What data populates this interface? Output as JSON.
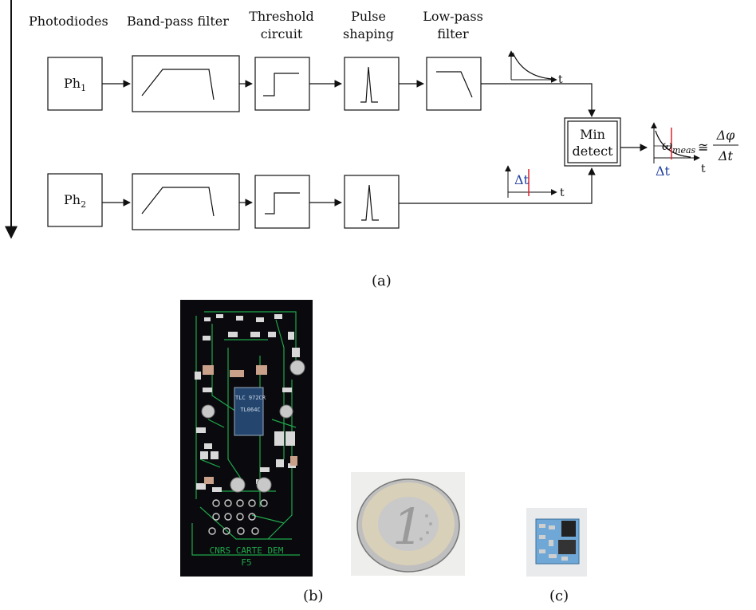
{
  "stages": {
    "photodiodes": "Photodiodes",
    "bandpass": "Band-pass filter",
    "threshold_l1": "Threshold",
    "threshold_l2": "circuit",
    "pulse_l1": "Pulse",
    "pulse_l2": "shaping",
    "lowpass_l1": "Low-pass",
    "lowpass_l2": "filter"
  },
  "channel1": {
    "ph_base": "Ph",
    "ph_sub": "1"
  },
  "channel2": {
    "ph_base": "Ph",
    "ph_sub": "2"
  },
  "min_detect": {
    "line1": "Min",
    "line2": "detect"
  },
  "graphs": {
    "t": "t",
    "delta_t": "Δt"
  },
  "formula": {
    "omega": "ω",
    "sub": "meas",
    "approx": "≅",
    "numerator": "Δφ",
    "denominator": "Δt"
  },
  "captions": {
    "a": "(a)",
    "b": "(b)",
    "c": "(c)"
  },
  "pcb": {
    "line1": "CNRS CARTE DEM",
    "line2": "F5",
    "chip1": "TLC 972CR",
    "chip2": "TL064C"
  },
  "colors": {
    "red_marker": "#e0222a",
    "blue_label": "#2040a0",
    "pcb_bg": "#0a0a0e",
    "pcb_trace": "#1fa64a"
  }
}
